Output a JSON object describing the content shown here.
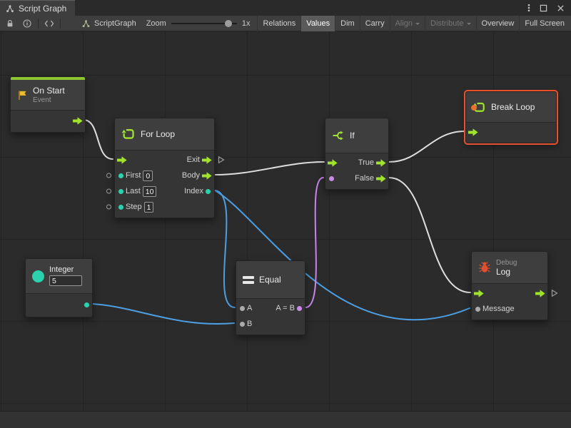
{
  "window": {
    "tab": "Script Graph"
  },
  "toolbar": {
    "asset_name": "ScriptGraph",
    "zoom_label": "Zoom",
    "zoom_value": "1x",
    "buttons": {
      "relations": "Relations",
      "values": "Values",
      "dim": "Dim",
      "carry": "Carry",
      "align": "Align",
      "distribute": "Distribute",
      "overview": "Overview",
      "full_screen": "Full Screen"
    }
  },
  "graph": {
    "nodes": {
      "on_start": {
        "title": "On Start",
        "subtitle": "Event"
      },
      "for_loop": {
        "title": "For Loop",
        "ports": {
          "exit": "Exit",
          "first": "First",
          "body": "Body",
          "last": "Last",
          "index": "Index",
          "step": "Step"
        },
        "values": {
          "first": "0",
          "last": "10",
          "step": "1"
        }
      },
      "if": {
        "title": "If",
        "ports": {
          "true": "True",
          "false": "False"
        }
      },
      "break_loop": {
        "title": "Break Loop",
        "selected": true
      },
      "integer": {
        "title": "Integer",
        "value": "5"
      },
      "equal": {
        "title": "Equal",
        "ports": {
          "a": "A",
          "b": "B",
          "result": "A = B"
        }
      },
      "debug_log": {
        "category": "Debug",
        "title": "Log",
        "ports": {
          "message": "Message"
        }
      }
    },
    "colors": {
      "flow_port": "#9fe32c",
      "numeric_port": "#2ad3ae",
      "boolean_port": "#c88ce8",
      "generic_port": "#ababab",
      "flow_wire": "#dfdfdf",
      "numeric_wire": "#4c9fe3",
      "boolean_wire": "#c885ea",
      "selection_outline": "#ea512e",
      "event_accent": "#8dc52f"
    }
  }
}
